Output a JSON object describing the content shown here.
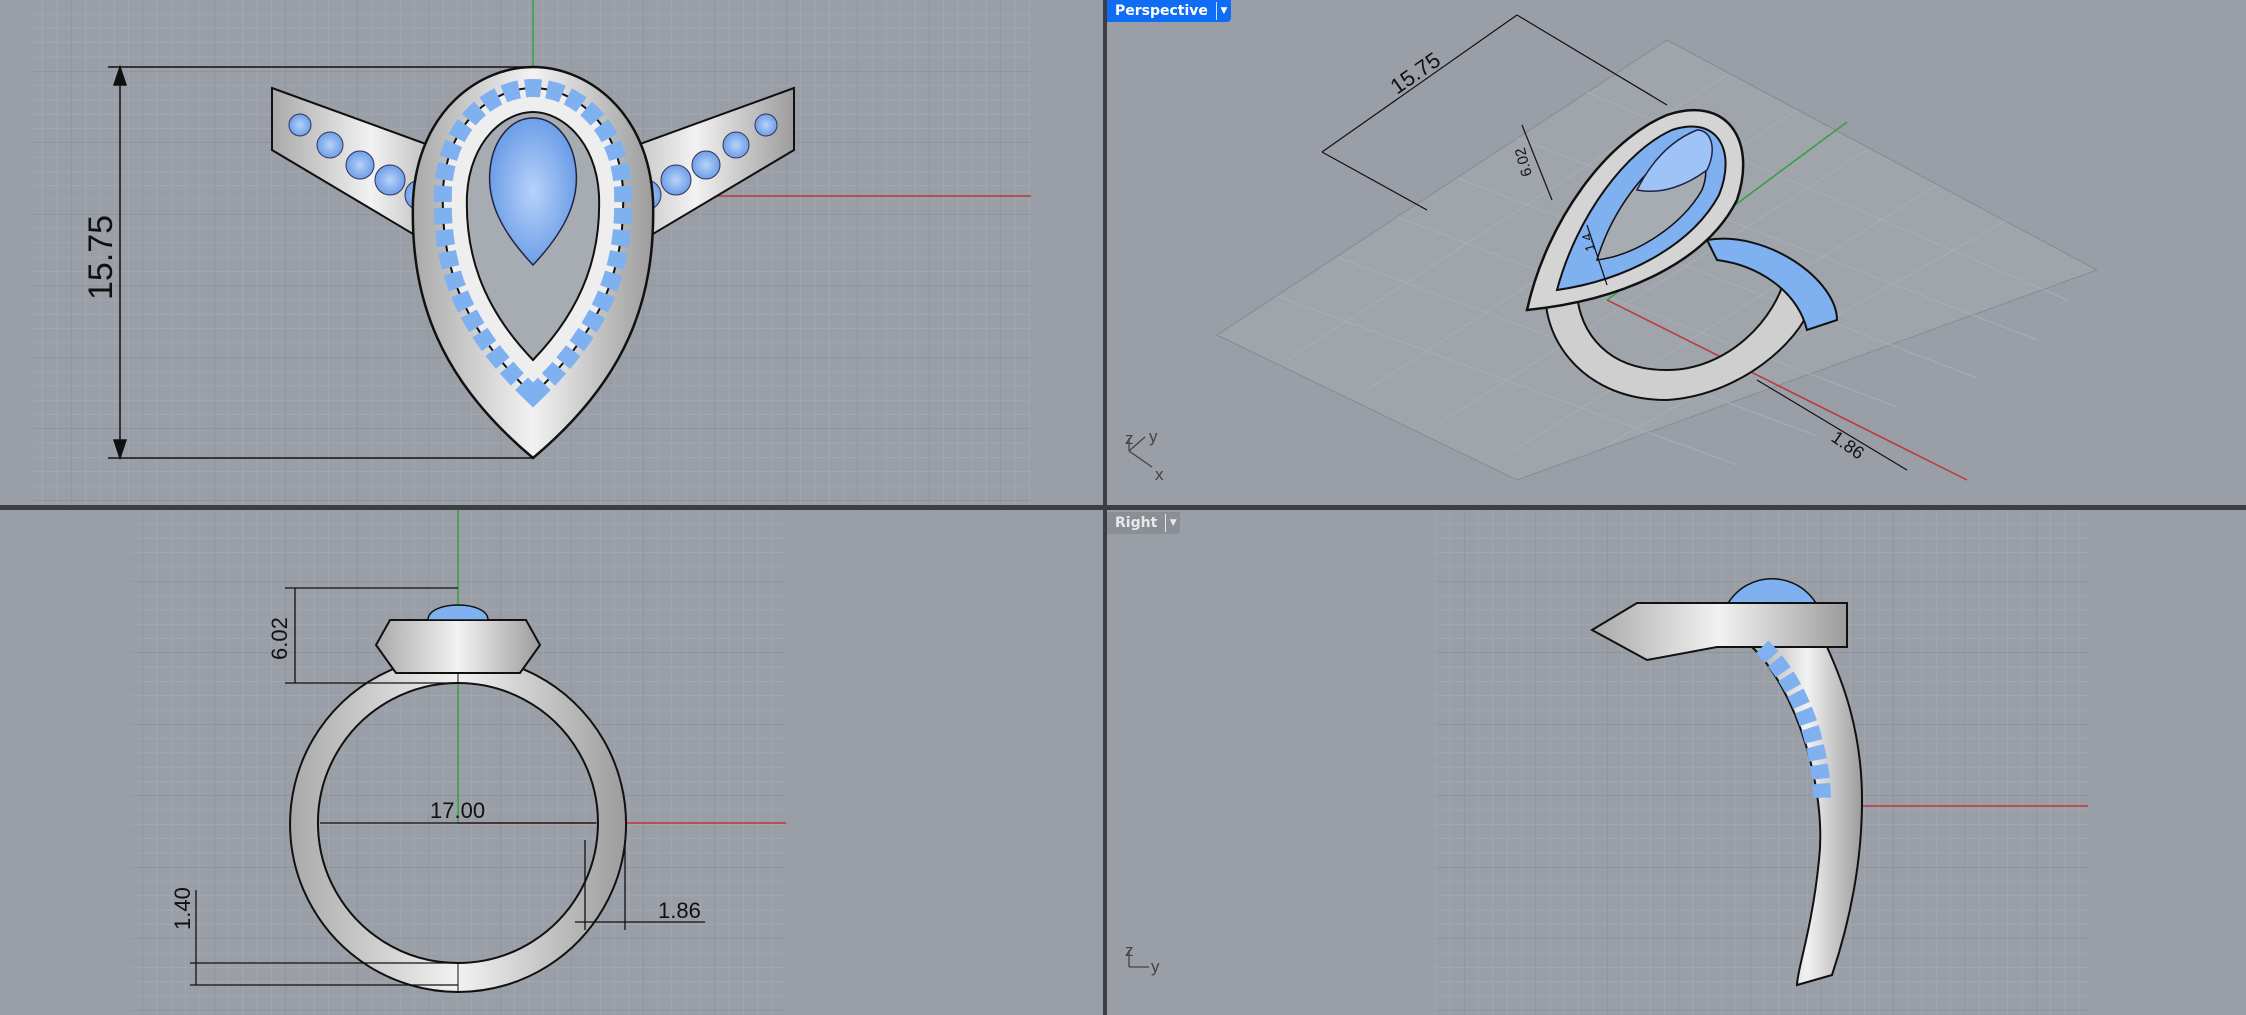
{
  "viewports": {
    "top": {
      "dimension": "15.75"
    },
    "perspective": {
      "label": "Perspective",
      "dimensions": [
        "15.75",
        "6.02",
        "1.4",
        "1.86"
      ],
      "axes": [
        "z",
        "y",
        "x"
      ]
    },
    "front": {
      "dimensions": [
        "6.02",
        "17.00",
        "1.40",
        "1.86"
      ]
    },
    "right": {
      "label": "Right",
      "axes": [
        "z",
        "y"
      ]
    }
  },
  "colors": {
    "viewport_bg": "#9a9ea6",
    "active_tab": "#0f6cf5",
    "x_axis": "#c0373a",
    "y_axis": "#2fa33a",
    "gem": "#7fb0f0",
    "metal": "#d8d8d8"
  },
  "icons": {
    "dropdown": "caret-down-icon",
    "axes": "axis-triad-icon"
  }
}
